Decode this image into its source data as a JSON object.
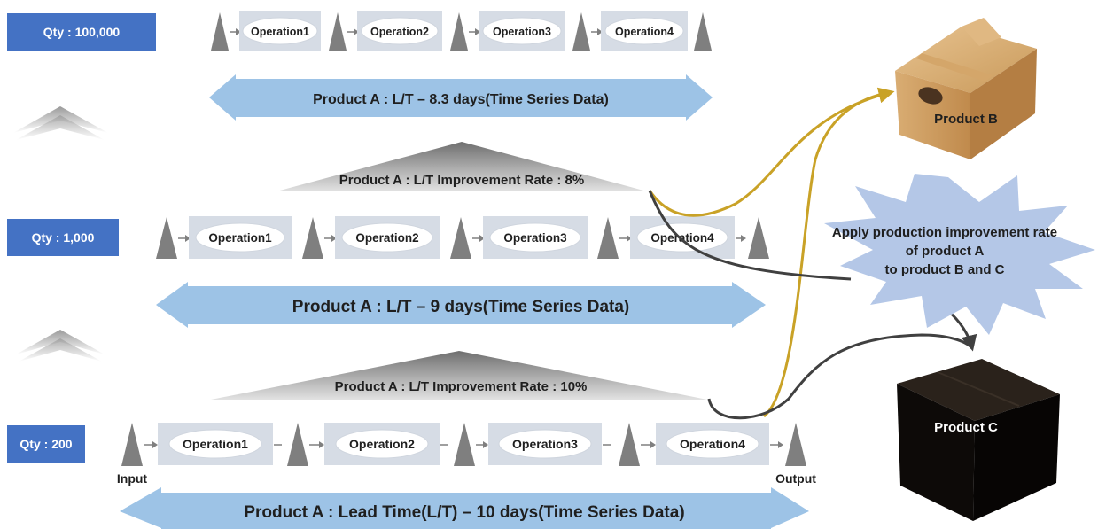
{
  "colors": {
    "qty_box": "#4472c4",
    "op_band": "#d6dce5",
    "lt_band": "#9dc3e6",
    "marker": "#7f7f7f",
    "connector_gold": "#c9a227",
    "connector_dark": "#404040",
    "starburst": "#b4c7e7"
  },
  "rows": [
    {
      "qty_label": "Qty : 100,000",
      "operations": [
        "Operation1",
        "Operation2",
        "Operation3",
        "Operation4"
      ],
      "lead_time_label": "Product A : L/T – 8.3 days(Time Series Data)"
    },
    {
      "qty_label": "Qty : 1,000",
      "operations": [
        "Operation1",
        "Operation2",
        "Operation3",
        "Operation4"
      ],
      "lead_time_label": "Product A : L/T – 9 days(Time Series Data)"
    },
    {
      "qty_label": "Qty : 200",
      "operations": [
        "Operation1",
        "Operation2",
        "Operation3",
        "Operation4"
      ],
      "lead_time_label": "Product A : Lead Time(L/T) – 10 days(Time Series Data)",
      "input_label": "Input",
      "output_label": "Output"
    }
  ],
  "improvements": [
    "Product A : L/T Improvement Rate : 8%",
    "Product A : L/T Improvement Rate : 10%"
  ],
  "callout": {
    "lines": [
      "Apply production improvement rate",
      "of product A",
      "to product B and C"
    ]
  },
  "products": {
    "b_label": "Product B",
    "c_label": "Product C"
  }
}
